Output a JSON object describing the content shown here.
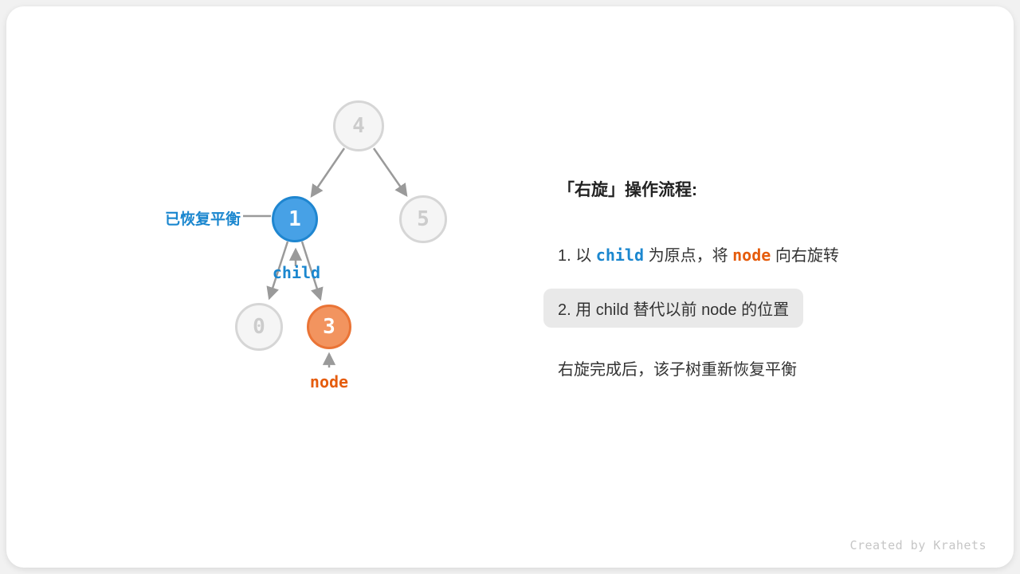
{
  "colors": {
    "blue": "#47a1e6",
    "blue_dark": "#1f86d0",
    "blue_text": "#1b87cf",
    "orange": "#f2945f",
    "orange_dark": "#ea7436",
    "orange_text": "#e55c0d",
    "gray_node_fill": "#f5f5f5",
    "gray_node_border": "#d6d6d6",
    "gray_node_text": "#cccccc",
    "edge": "#9a9a9a",
    "highlight_bg": "#e9e9e9",
    "footer": "#c6c6c6"
  },
  "tree": {
    "nodes": [
      {
        "value": "4",
        "state": "faded"
      },
      {
        "value": "1",
        "state": "blue"
      },
      {
        "value": "5",
        "state": "faded"
      },
      {
        "value": "0",
        "state": "faded"
      },
      {
        "value": "3",
        "state": "orange"
      }
    ],
    "labels": {
      "balance": "已恢复平衡",
      "child": "child",
      "node": "node"
    }
  },
  "panel": {
    "heading": "「右旋」操作流程:",
    "steps": [
      {
        "segments": [
          "1. 以 ",
          "child",
          " 为原点，将 ",
          "node",
          " 向右旋转"
        ],
        "highlighted": false
      },
      {
        "segments": [
          "2. 用 ",
          "child",
          " 替代以前 ",
          "node",
          " 的位置"
        ],
        "highlighted": true
      }
    ],
    "note": "右旋完成后，该子树重新恢复平衡"
  },
  "footer": {
    "credit": "Created by Krahets"
  }
}
